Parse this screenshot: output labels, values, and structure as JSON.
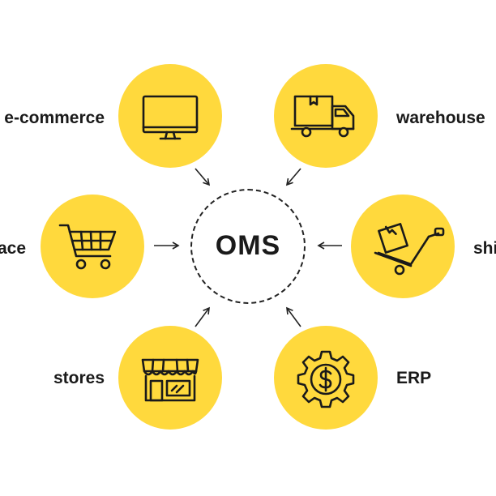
{
  "center": {
    "label": "OMS"
  },
  "nodes": {
    "ecommerce": {
      "label": "e-commerce",
      "icon": "monitor-icon"
    },
    "warehouse": {
      "label": "warehouse",
      "icon": "delivery-truck-icon"
    },
    "marketplace": {
      "label": "marketplace",
      "icon": "shopping-cart-icon"
    },
    "shipping": {
      "label": "shipping",
      "icon": "hand-truck-box-icon"
    },
    "stores": {
      "label": "stores",
      "icon": "storefront-icon"
    },
    "erp": {
      "label": "ERP",
      "icon": "gear-dollar-icon"
    }
  },
  "colors": {
    "node_fill": "#FFD93D",
    "stroke": "#1a1a1a"
  }
}
